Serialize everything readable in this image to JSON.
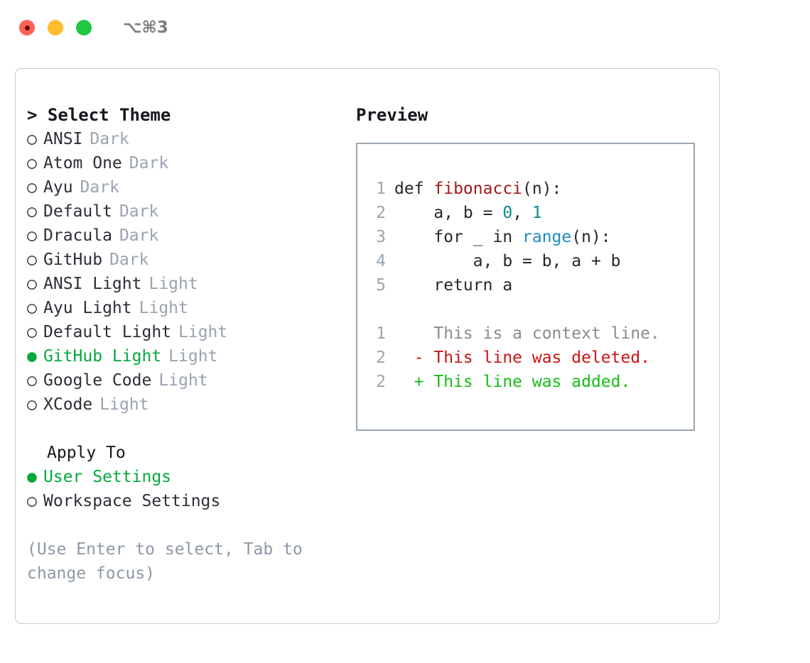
{
  "titlebar": {
    "shortcut": "⌥⌘3",
    "buttons": {
      "close": "close",
      "minimize": "minimize",
      "maximize": "maximize"
    }
  },
  "theme_picker": {
    "header": "> Select Theme",
    "marker_selected": "●",
    "marker_unselected": "○",
    "options": [
      {
        "name": "ANSI",
        "tag": "Dark",
        "selected": false
      },
      {
        "name": "Atom One",
        "tag": "Dark",
        "selected": false
      },
      {
        "name": "Ayu",
        "tag": "Dark",
        "selected": false
      },
      {
        "name": "Default",
        "tag": "Dark",
        "selected": false
      },
      {
        "name": "Dracula",
        "tag": "Dark",
        "selected": false
      },
      {
        "name": "GitHub",
        "tag": "Dark",
        "selected": false
      },
      {
        "name": "ANSI Light",
        "tag": "Light",
        "selected": false
      },
      {
        "name": "Ayu Light",
        "tag": "Light",
        "selected": false
      },
      {
        "name": "Default Light",
        "tag": "Light",
        "selected": false
      },
      {
        "name": "GitHub Light",
        "tag": "Light",
        "selected": true
      },
      {
        "name": "Google Code",
        "tag": "Light",
        "selected": false
      },
      {
        "name": "XCode",
        "tag": "Light",
        "selected": false
      }
    ]
  },
  "apply_to": {
    "header": "Apply To",
    "options": [
      {
        "name": "User Settings",
        "selected": true
      },
      {
        "name": "Workspace Settings",
        "selected": false
      }
    ]
  },
  "hint": "(Use Enter to select, Tab to change focus)",
  "preview": {
    "title": "Preview",
    "code_lines": [
      {
        "no": "1",
        "segments": [
          {
            "t": "def ",
            "c": "plain"
          },
          {
            "t": "fibonacci",
            "c": "fn"
          },
          {
            "t": "(n):",
            "c": "plain"
          }
        ]
      },
      {
        "no": "2",
        "segments": [
          {
            "t": "    a, b = ",
            "c": "plain"
          },
          {
            "t": "0",
            "c": "num"
          },
          {
            "t": ", ",
            "c": "plain"
          },
          {
            "t": "1",
            "c": "num"
          }
        ]
      },
      {
        "no": "3",
        "segments": [
          {
            "t": "    for _ in ",
            "c": "plain"
          },
          {
            "t": "range",
            "c": "call"
          },
          {
            "t": "(n):",
            "c": "plain"
          }
        ]
      },
      {
        "no": "4",
        "segments": [
          {
            "t": "        a, b = b, a + b",
            "c": "plain"
          }
        ]
      },
      {
        "no": "5",
        "segments": [
          {
            "t": "    return a",
            "c": "plain"
          }
        ]
      }
    ],
    "diff_lines": [
      {
        "no": "1",
        "prefix": "  ",
        "text": "This is a context line.",
        "kind": "ctx"
      },
      {
        "no": "2",
        "prefix": "- ",
        "text": "This line was deleted.",
        "kind": "del"
      },
      {
        "no": "2",
        "prefix": "+ ",
        "text": "This line was added.",
        "kind": "add"
      }
    ]
  },
  "colors": {
    "accent_green": "#06a83c",
    "muted": "#9aa3b0",
    "hint": "#8d97a5",
    "diff_add": "#16bd16",
    "diff_del": "#cc1414",
    "diff_ctx": "#8b8b8b",
    "token_function": "#a31818",
    "token_number": "#0b8a8a",
    "token_call": "#1f8cc0",
    "border": "#9aa5b1"
  }
}
